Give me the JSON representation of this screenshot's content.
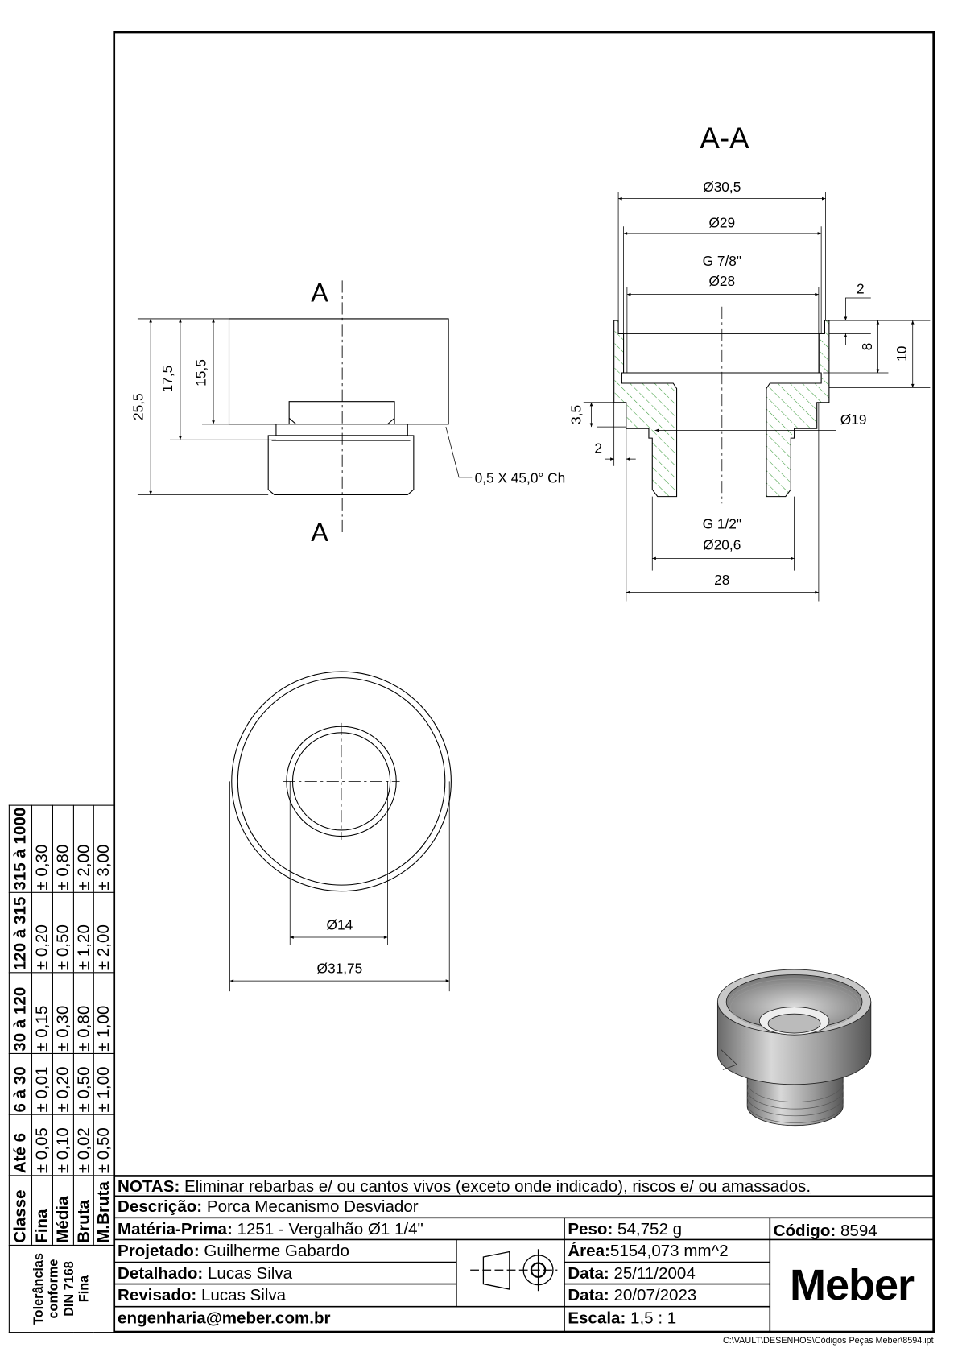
{
  "section_view": {
    "title": "A-A",
    "dims": {
      "d30_5": "Ø30,5",
      "d29": "Ø29",
      "thread_top": "G 7/8\"",
      "d28": "Ø28",
      "groove_2": "2",
      "depth_8": "8",
      "depth_10": "10",
      "step_3_5": "3,5",
      "step_2": "2",
      "d19": "Ø19",
      "thread_bottom": "G 1/2\"",
      "d20_6": "Ø20,6",
      "width_28": "28"
    }
  },
  "front_view": {
    "cut_label_top": "A",
    "cut_label_bottom": "A",
    "dims": {
      "h25_5": "25,5",
      "h17_5": "17,5",
      "h15_5": "15,5"
    },
    "chamfer_note": "0,5 X 45,0° Ch"
  },
  "bottom_view": {
    "dims": {
      "d14": "Ø14",
      "d31_75": "Ø31,75"
    }
  },
  "tolerance_table": {
    "title": "Tolerâncias conforme DIN 7168 Fina",
    "headers": [
      "Classe",
      "Até 6",
      "6 à 30",
      "30 à 120",
      "120 à 315",
      "315 à 1000"
    ],
    "rows": [
      [
        "Fina",
        "± 0,05",
        "± 0,01",
        "± 0,15",
        "± 0,20",
        "± 0,30"
      ],
      [
        "Média",
        "± 0,10",
        "± 0,20",
        "± 0,30",
        "± 0,50",
        "± 0,80"
      ],
      [
        "Bruta",
        "± 0,02",
        "± 0,50",
        "± 0,80",
        "± 1,20",
        "± 2,00"
      ],
      [
        "M.Bruta",
        "± 0,50",
        "± 1,00",
        "± 1,00",
        "± 2,00",
        "± 3,00"
      ]
    ]
  },
  "title_block": {
    "notes_label": "NOTAS:",
    "notes": "Eliminar rebarbas e/ ou cantos vivos (exceto onde indicado), riscos e/ ou amassados.",
    "description_label": "Descrição:",
    "description": "Porca Mecanismo Desviador",
    "material_label": "Matéria-Prima:",
    "material": "1251 - Vergalhão Ø1 1/4\"",
    "weight_label": "Peso:",
    "weight": "54,752 g",
    "code_label": "Código:",
    "code": "8594",
    "designed_label": "Projetado:",
    "designed": "Guilherme Gabardo",
    "detailed_label": "Detalhado:",
    "detailed": "Lucas Silva",
    "revised_label": "Revisado:",
    "revised": "Lucas Silva",
    "email": "engenharia@meber.com.br",
    "area_label": "Área:",
    "area": "5154,073 mm^2",
    "date1_label": "Data:",
    "date1": "25/11/2004",
    "date2_label": "Data:",
    "date2": "20/07/2023",
    "scale_label": "Escala:",
    "scale": "1,5 : 1",
    "logo": "Meber",
    "file_path": "C:\\VAULT\\DESENHOS\\Códigos Peças Meber\\8594.ipt"
  },
  "colors": {
    "hatch": "#3a9a3a",
    "line": "#000000"
  }
}
